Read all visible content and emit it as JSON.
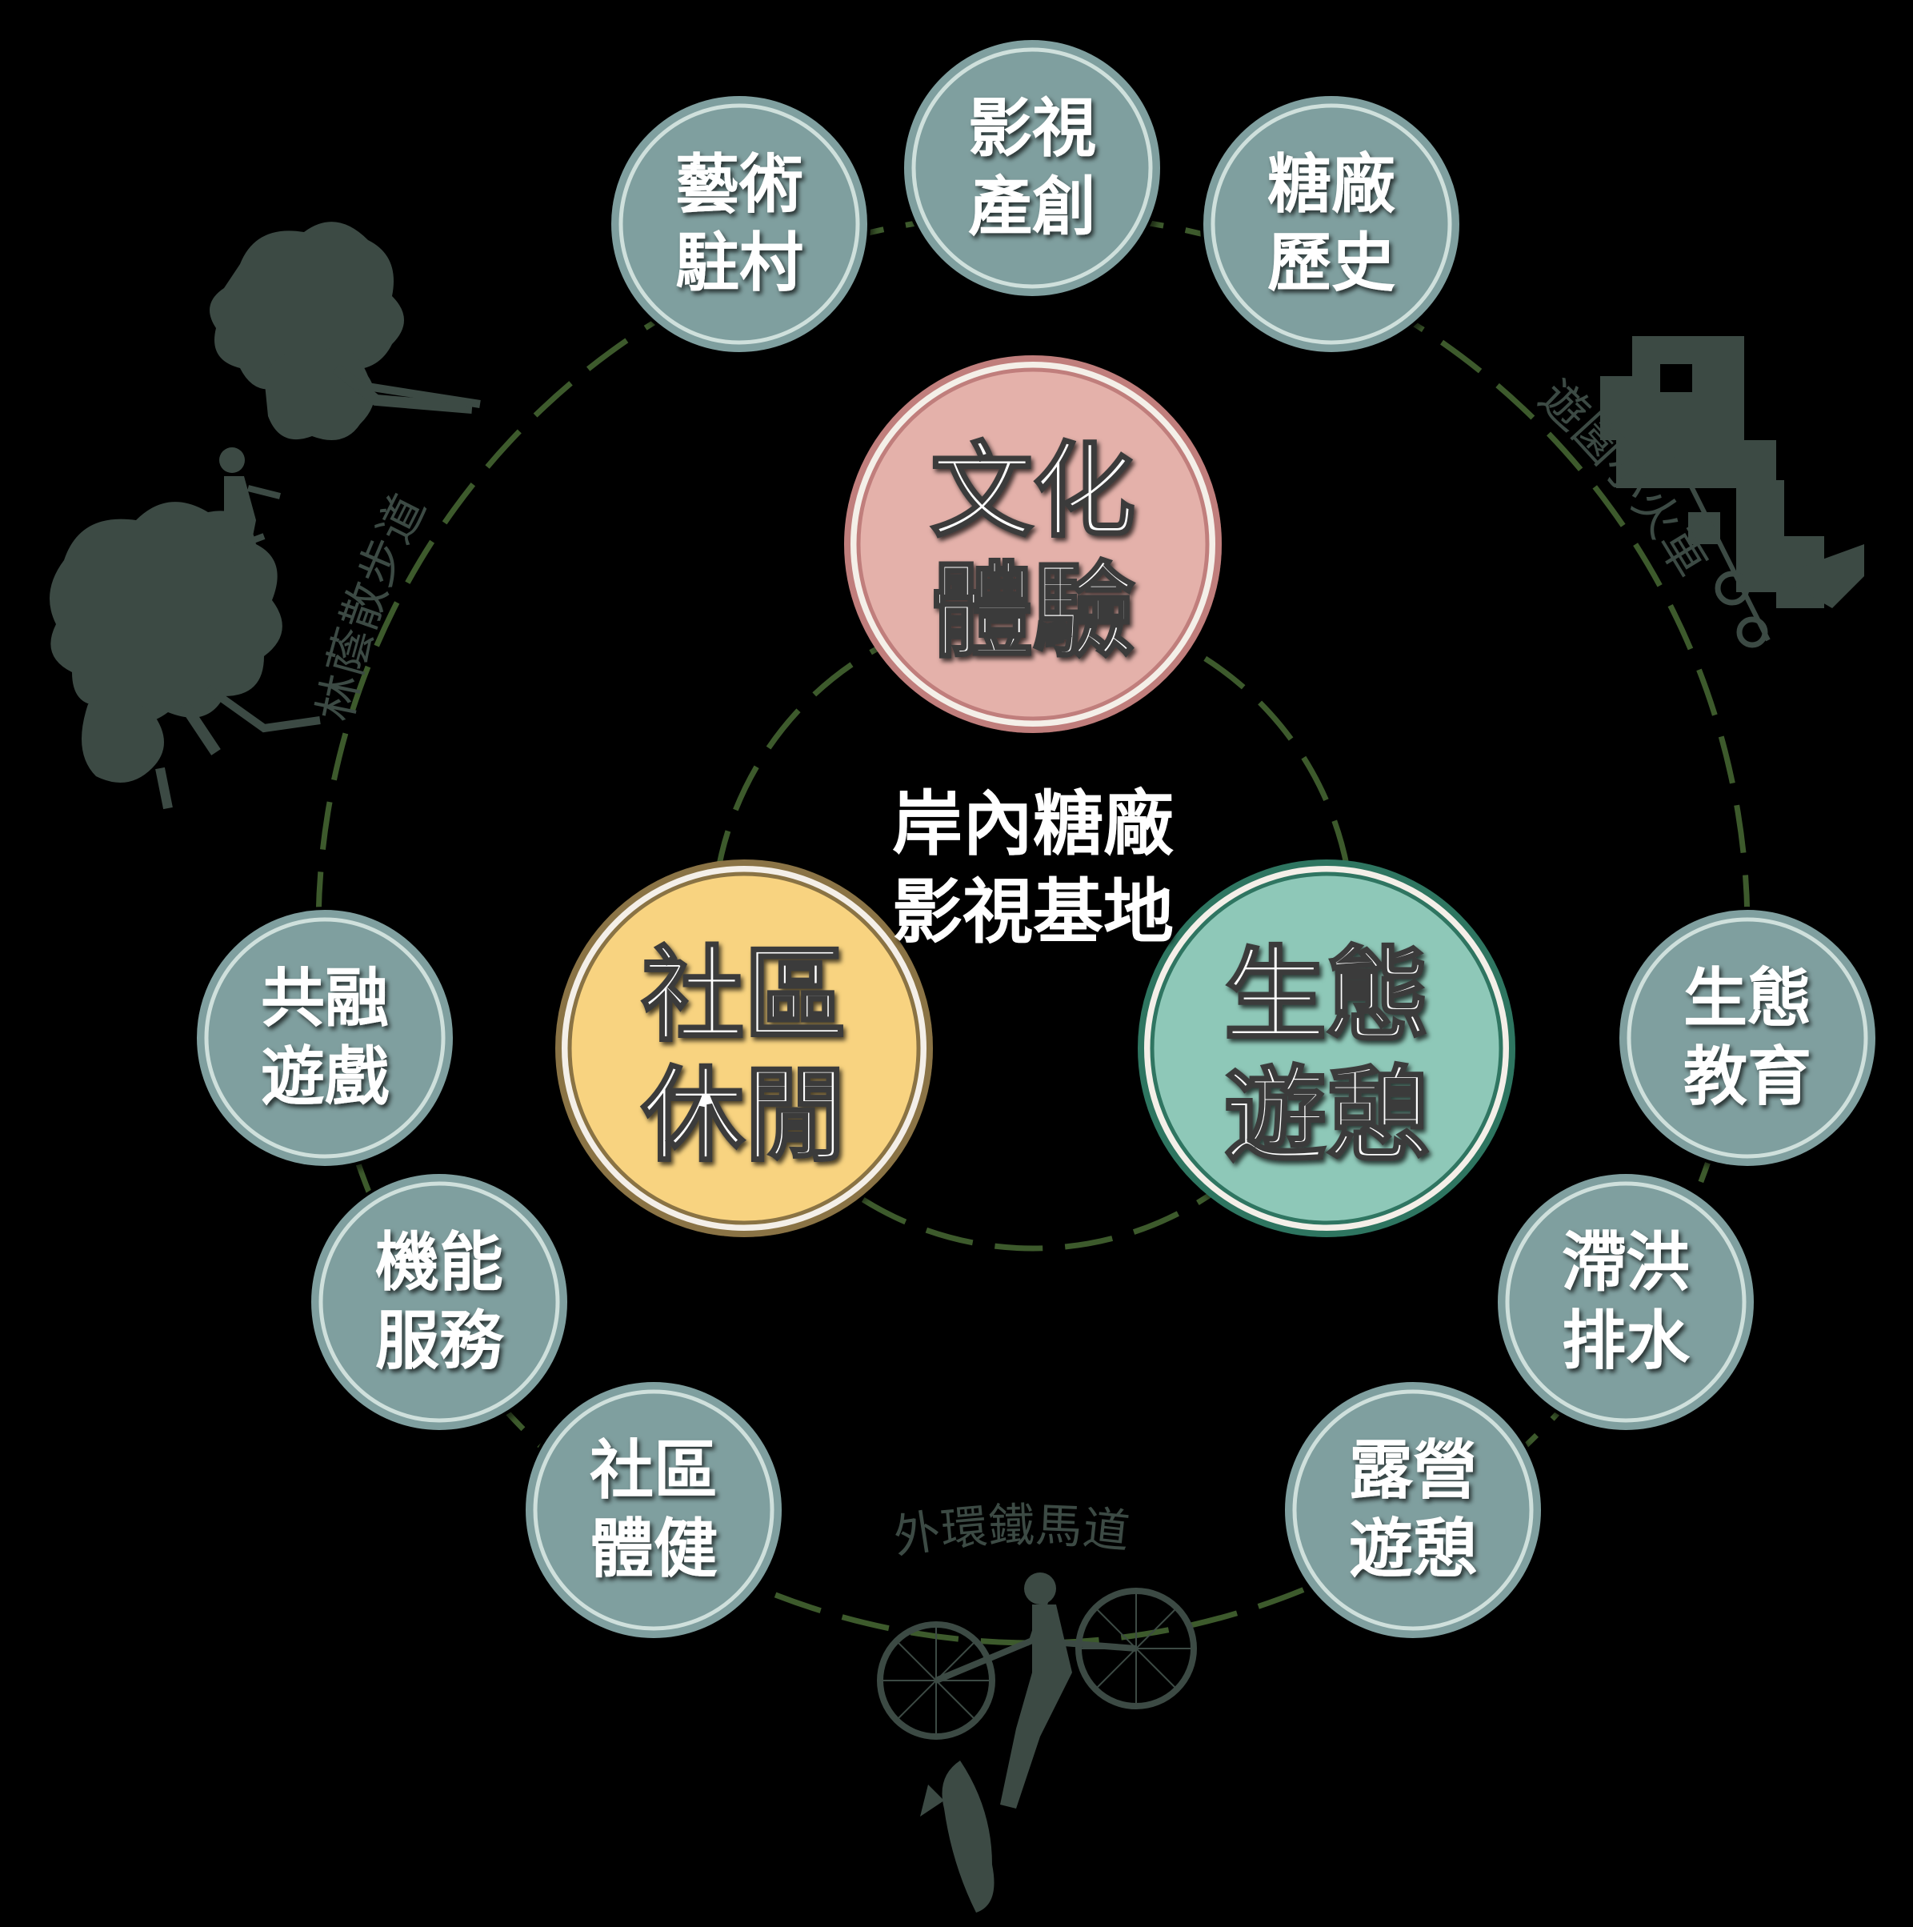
{
  "center": {
    "lines": [
      "岸內糖廠",
      "影視基地"
    ]
  },
  "hubs": [
    {
      "id": "culture",
      "lines": [
        "文化",
        "體驗"
      ],
      "fill": "#e4b1aa",
      "ring": "#c07e7c"
    },
    {
      "id": "community",
      "lines": [
        "社區",
        "休閒"
      ],
      "fill": "#f8d380",
      "ring": "#8a7344"
    },
    {
      "id": "ecology",
      "lines": [
        "生態",
        "遊憩"
      ],
      "fill": "#8ec8b8",
      "ring": "#2f7561"
    }
  ],
  "nodes": [
    {
      "id": "art-residency",
      "lines": [
        "藝術",
        "駐村"
      ]
    },
    {
      "id": "film-industry",
      "lines": [
        "影視",
        "產創"
      ]
    },
    {
      "id": "sugar-history",
      "lines": [
        "糖廠",
        "歷史"
      ]
    },
    {
      "id": "eco-education",
      "lines": [
        "生態",
        "教育"
      ]
    },
    {
      "id": "flood-detention",
      "lines": [
        "滯洪",
        "排水"
      ]
    },
    {
      "id": "camping",
      "lines": [
        "露營",
        "遊憩"
      ]
    },
    {
      "id": "community-fitness",
      "lines": [
        "社區",
        "體健"
      ]
    },
    {
      "id": "functional-service",
      "lines": [
        "機能",
        "服務"
      ]
    },
    {
      "id": "inclusive-play",
      "lines": [
        "共融",
        "遊戲"
      ]
    }
  ],
  "paths": [
    {
      "id": "forest-trail",
      "label": "林蔭散步道",
      "icon": "tree-walker-icon"
    },
    {
      "id": "park-train",
      "label": "遊園小火車",
      "icon": "steam-train-icon"
    },
    {
      "id": "bike-lane",
      "label": "外環鐵馬道",
      "icon": "cyclist-icon"
    }
  ],
  "colors": {
    "background": "#000000",
    "node_fill": "#7f9f9f",
    "node_ring": "#cfe0dc",
    "dash": "#3d5a2c",
    "silhouette": "#3c4a44",
    "path_label": "#3c4a44",
    "center_text": "#ffffff"
  }
}
